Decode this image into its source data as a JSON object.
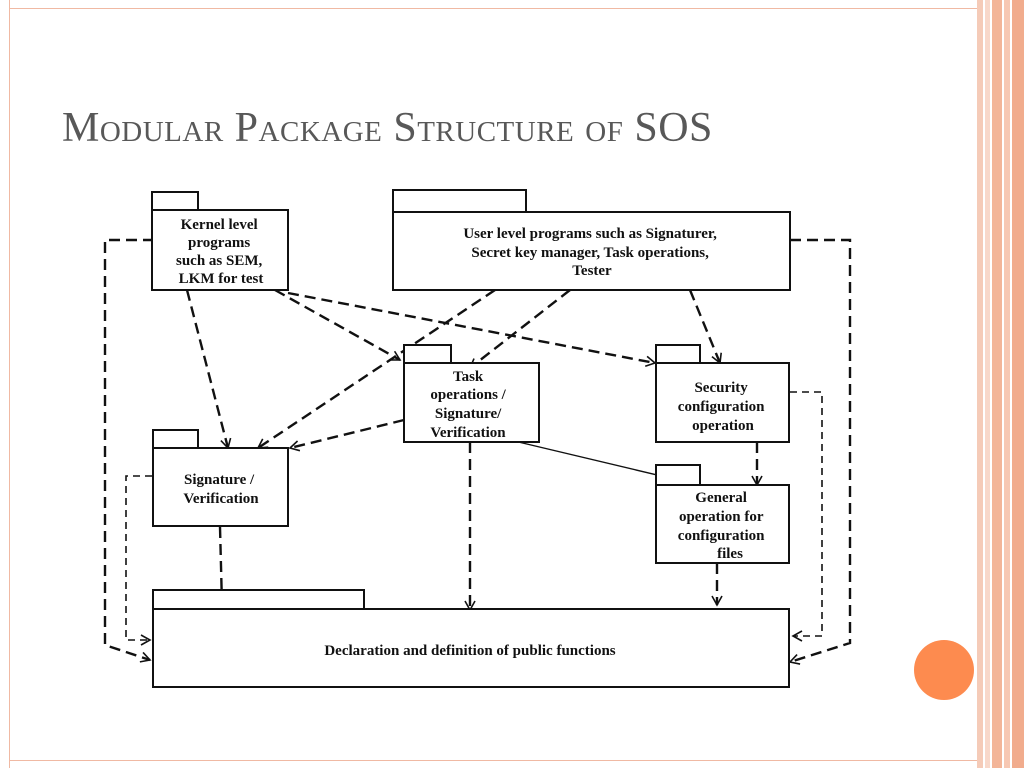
{
  "slide": {
    "title": "Modular Package Structure of SOS",
    "accent_color": "#fd8b4f",
    "frame_color": "#f0b9a3"
  },
  "diagram": {
    "packages": {
      "kernel": [
        "Kernel level",
        "programs",
        "such as SEM,",
        "LKM for test"
      ],
      "user": [
        "User level programs such as Signaturer,",
        "Secret key manager, Task operations,",
        "Tester"
      ],
      "task": [
        "Task",
        "operations /",
        "Signature/",
        "Verification"
      ],
      "security": [
        "Security",
        "configuration",
        "operation"
      ],
      "signature": [
        "Signature /",
        "Verification"
      ],
      "general": [
        "General",
        "operation for",
        "configuration",
        "files"
      ],
      "public": [
        "Declaration and definition of public functions"
      ]
    },
    "dependencies": [
      {
        "from": "kernel",
        "to": "public"
      },
      {
        "from": "kernel",
        "to": "signature"
      },
      {
        "from": "kernel",
        "to": "task"
      },
      {
        "from": "kernel",
        "to": "security"
      },
      {
        "from": "user",
        "to": "task"
      },
      {
        "from": "user",
        "to": "signature"
      },
      {
        "from": "user",
        "to": "security"
      },
      {
        "from": "user",
        "to": "public"
      },
      {
        "from": "task",
        "to": "signature"
      },
      {
        "from": "task",
        "to": "general"
      },
      {
        "from": "task",
        "to": "public"
      },
      {
        "from": "security",
        "to": "general"
      },
      {
        "from": "security",
        "to": "public"
      },
      {
        "from": "signature",
        "to": "public"
      },
      {
        "from": "general",
        "to": "public"
      }
    ]
  }
}
